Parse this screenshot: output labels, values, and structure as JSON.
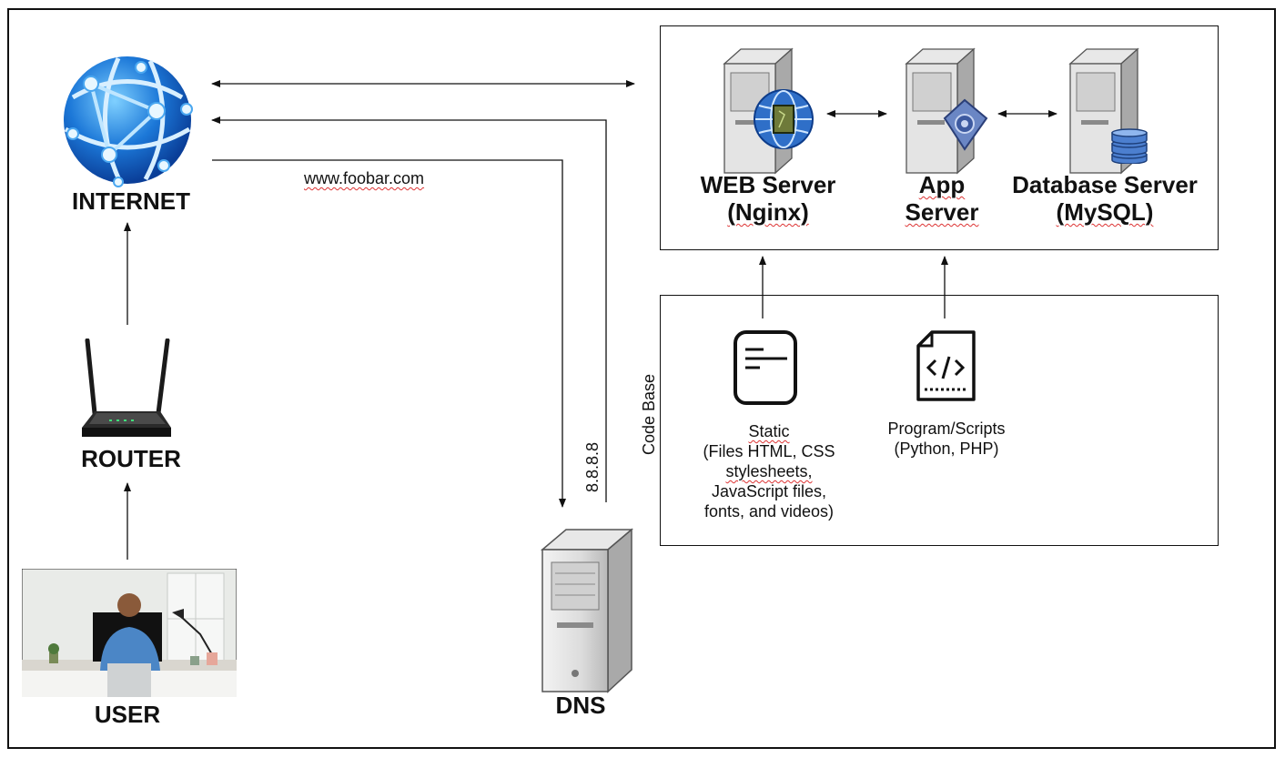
{
  "nodes": {
    "internet": "INTERNET",
    "router": "ROUTER",
    "user": "USER",
    "dns": "DNS",
    "web_server_line1": "WEB Server",
    "web_server_line2": "(Nginx)",
    "app_server_line1": "App",
    "app_server_line2": "Server",
    "db_server_line1": "Database Server",
    "db_server_line2": "(MySQL)"
  },
  "edges": {
    "domain_request": "www.foobar.com",
    "dns_reply": "8.8.8.8"
  },
  "code_base": {
    "title": "Code Base",
    "static_lines": [
      "Static",
      "(Files HTML, CSS",
      "stylesheets,",
      "JavaScript files,",
      "fonts, and videos)"
    ],
    "program_lines": [
      "Program/Scripts",
      "(Python, PHP)"
    ]
  },
  "icons": [
    "globe-network-icon",
    "router-icon",
    "user-photo",
    "server-tower-icon",
    "web-globe-badge-icon",
    "app-gear-badge-icon",
    "database-badge-icon",
    "document-lines-icon",
    "code-file-icon"
  ]
}
